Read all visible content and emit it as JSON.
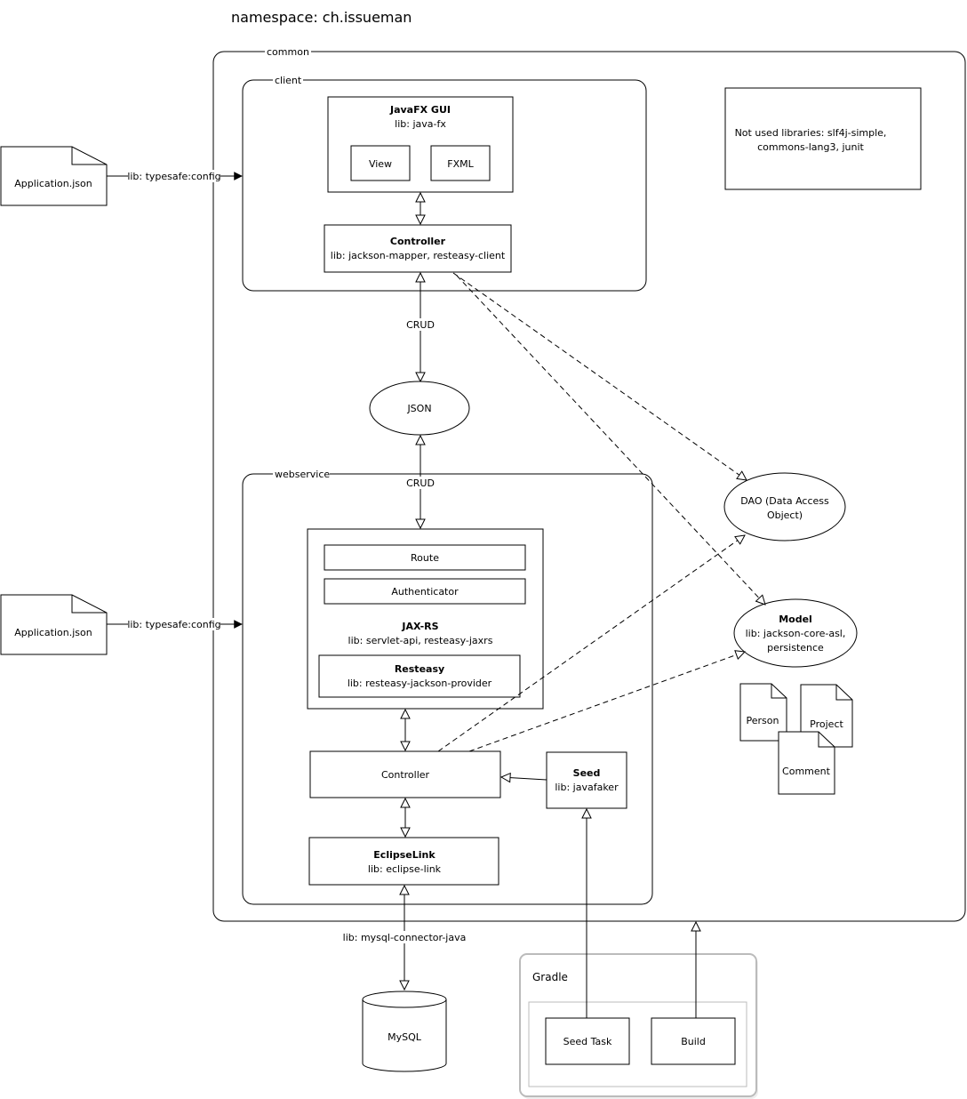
{
  "title": "namespace: ch.issueman",
  "groups": {
    "common": "common",
    "client": "client",
    "webservice": "webservice",
    "gradle": "Gradle"
  },
  "client": {
    "gui_title": "JavaFX GUI",
    "gui_lib": "lib: java-fx",
    "view": "View",
    "fxml": "FXML",
    "controller_title": "Controller",
    "controller_lib": "lib: jackson-mapper, resteasy-client"
  },
  "not_used": {
    "line1": "Not used libraries: slf4j-simple,",
    "line2": "commons-lang3, junit"
  },
  "config": {
    "file_top": "Application.json",
    "file_bottom": "Application.json",
    "lib_top": "lib: typesafe:config",
    "lib_bottom": "lib: typesafe:config"
  },
  "json": {
    "node": "JSON",
    "crud_top": "CRUD",
    "crud_bottom": "CRUD"
  },
  "webservice": {
    "route": "Route",
    "authenticator": "Authenticator",
    "jaxrs_title": "JAX-RS",
    "jaxrs_lib": "lib: servlet-api, resteasy-jaxrs",
    "resteasy_title": "Resteasy",
    "resteasy_lib": "lib: resteasy-jackson-provider",
    "controller": "Controller",
    "seed_title": "Seed",
    "seed_lib": "lib: javafaker",
    "eclipselink_title": "EclipseLink",
    "eclipselink_lib": "lib: eclipse-link"
  },
  "model_area": {
    "dao_line1": "DAO (Data Access",
    "dao_line2": "Object)",
    "model_title": "Model",
    "model_line1": "lib: jackson-core-asl,",
    "model_line2": "persistence",
    "person": "Person",
    "project": "Project",
    "comment": "Comment"
  },
  "db": {
    "connector": "lib: mysql-connector-java",
    "mysql": "MySQL"
  },
  "gradle": {
    "seed_task": "Seed Task",
    "build": "Build"
  }
}
